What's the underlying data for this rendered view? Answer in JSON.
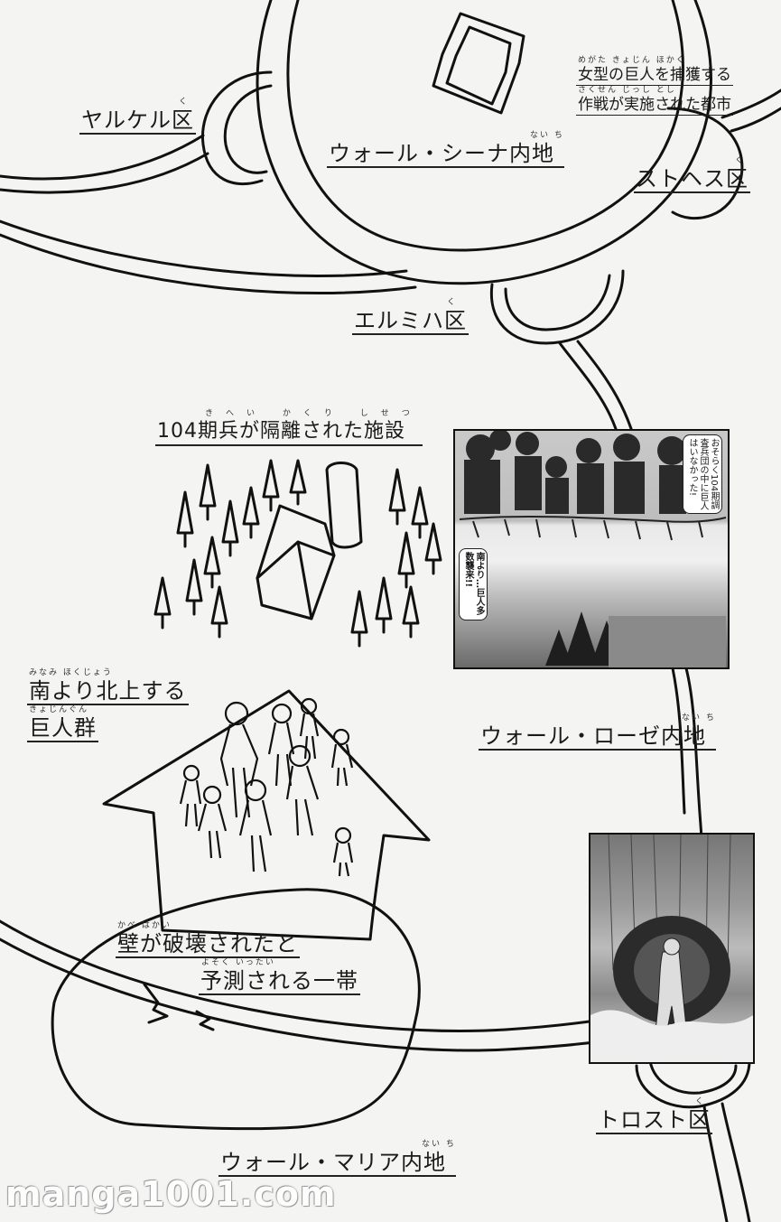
{
  "labels": {
    "yarkel": "ヤルケル区",
    "yarkel_ruby": "く",
    "sina": "ウォール・シーナ内地",
    "sina_ruby": "ない ち",
    "stohess": "ストヘス区",
    "stohess_ruby": "く",
    "ermich": "エルミハ区",
    "ermich_ruby": "く",
    "female_line1": "女型の巨人を捕獲する",
    "female_line1_ruby": "めがた きょじん ほかく",
    "female_line2": "作戦が実施された都市",
    "female_line2_ruby": "さくせん じっし とし",
    "facility": "104期兵が隔離された施設",
    "facility_ruby": "きへい かくり しせつ",
    "titans_line1": "南より北上する",
    "titans_line1_ruby": "みなみ ほくじょう",
    "titans_line2": "巨人群",
    "titans_line2_ruby": "きょじんぐん",
    "rose": "ウォール・ローゼ内地",
    "rose_ruby": "ない ち",
    "breach_line1": "壁が破壊されたと",
    "breach_line1_ruby": "かべ はかい",
    "breach_line2": "予測される一帯",
    "breach_line2_ruby": "よそく いったい",
    "trost": "トロスト区",
    "trost_ruby": "く",
    "maria": "ウォール・マリア内地",
    "maria_ruby": "ない ち"
  },
  "panels": {
    "top_balloon": "おそらく104期調査兵団の中に巨人はいなかった!",
    "mid_balloon": "南より…巨人多数襲来!!"
  },
  "watermark": "manga1001.com"
}
